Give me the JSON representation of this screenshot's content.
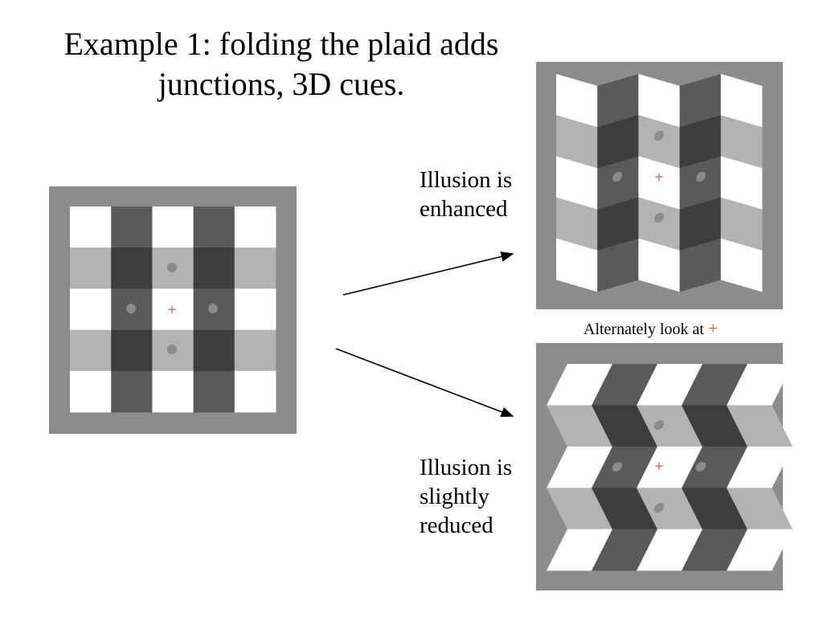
{
  "title": {
    "line1": "Example 1: folding the plaid adds",
    "line2": "junctions, 3D cues."
  },
  "labels": {
    "enhanced": [
      "Illusion is",
      "enhanced"
    ],
    "reduced": [
      "Illusion is",
      "slightly",
      "reduced"
    ]
  },
  "hint": {
    "text": "Alternately look at",
    "marker": "+"
  },
  "fixation_mark": "+",
  "colors": {
    "frame": "#8c8c8c",
    "white": "#ffffff",
    "light": "#b3b3b3",
    "dark": "#5a5a5a",
    "darker": "#3d3d3d",
    "target": "#8c8c8c",
    "fixation": "#c8663a"
  },
  "grid": {
    "rows": [
      "white",
      "light",
      "white",
      "light",
      "white"
    ],
    "cols": [
      "white",
      "dark",
      "white",
      "dark",
      "white"
    ]
  }
}
